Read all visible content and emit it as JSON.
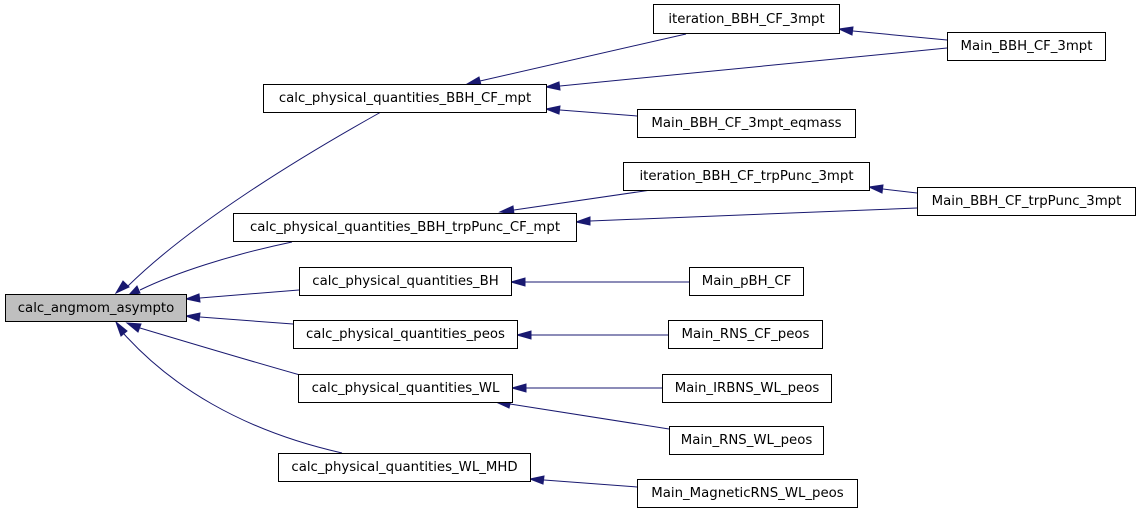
{
  "colors": {
    "edge": "#191970",
    "root_fill": "#bfbfbf",
    "node_fill": "#ffffff",
    "border": "#000000"
  },
  "nodes": {
    "root": "calc_angmom_asympto",
    "bbh_cf_mpt": "calc_physical_quantities_BBH_CF_mpt",
    "bbh_trppunc": "calc_physical_quantities_BBH_trpPunc_CF_mpt",
    "bh": "calc_physical_quantities_BH",
    "peos": "calc_physical_quantities_peos",
    "wl": "calc_physical_quantities_WL",
    "wl_mhd": "calc_physical_quantities_WL_MHD",
    "iter_bbh": "iteration_BBH_CF_3mpt",
    "main_bbh": "Main_BBH_CF_3mpt",
    "main_bbh_eq": "Main_BBH_CF_3mpt_eqmass",
    "iter_trp": "iteration_BBH_CF_trpPunc_3mpt",
    "main_trp": "Main_BBH_CF_trpPunc_3mpt",
    "main_pbh": "Main_pBH_CF",
    "main_rns_cf": "Main_RNS_CF_peos",
    "main_irbns": "Main_IRBNS_WL_peos",
    "main_rns_wl": "Main_RNS_WL_peos",
    "main_mag": "Main_MagneticRNS_WL_peos"
  }
}
